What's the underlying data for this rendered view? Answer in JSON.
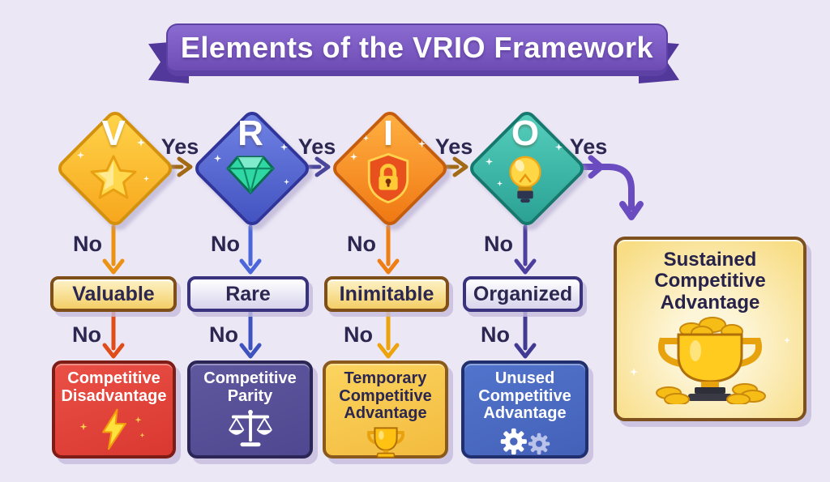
{
  "title": "Elements of the VRIO Framework",
  "labels": {
    "yes": "Yes",
    "no": "No"
  },
  "diamonds": [
    {
      "letter": "V",
      "icon": "star-icon",
      "attribute": "Valuable",
      "outcome": "Competitive Disadvantage",
      "outcome_icon": "lightning-icon"
    },
    {
      "letter": "R",
      "icon": "gem-icon",
      "attribute": "Rare",
      "outcome": "Competitive Parity",
      "outcome_icon": "scales-icon"
    },
    {
      "letter": "I",
      "icon": "shield-lock-icon",
      "attribute": "Inimitable",
      "outcome": "Temporary Competitive Advantage",
      "outcome_icon": "trophy-icon"
    },
    {
      "letter": "O",
      "icon": "bulb-icon",
      "attribute": "Organized",
      "outcome": "Unused Competitive Advantage",
      "outcome_icon": "gears-icon"
    }
  ],
  "final_outcome": {
    "label": "Sustained Competitive Advantage",
    "icon": "trophy-coins-icon"
  },
  "colors": {
    "background": "#ece7f5",
    "banner": "#7756bd",
    "banner_text": "#ffffff",
    "diamond_v": "#f7a61c",
    "diamond_r": "#5265cc",
    "diamond_i": "#f6871f",
    "diamond_o": "#35b5a5",
    "label_text": "#2b2750",
    "box_valuable": "#f9d97e",
    "box_rare": "#eceaf6",
    "outcome_disadvantage": "#e2423a",
    "outcome_parity": "#575096",
    "outcome_temporary": "#f9c84e",
    "outcome_unused": "#4b6ac6",
    "outcome_sustained": "#fae9a8",
    "arrow_gold": "#a36a15",
    "arrow_blue": "#4a66d8",
    "arrow_orange": "#ee7f15",
    "arrow_red": "#e04d18",
    "arrow_indigo": "#4c3f9e",
    "arrow_purple": "#6a4cc0"
  }
}
